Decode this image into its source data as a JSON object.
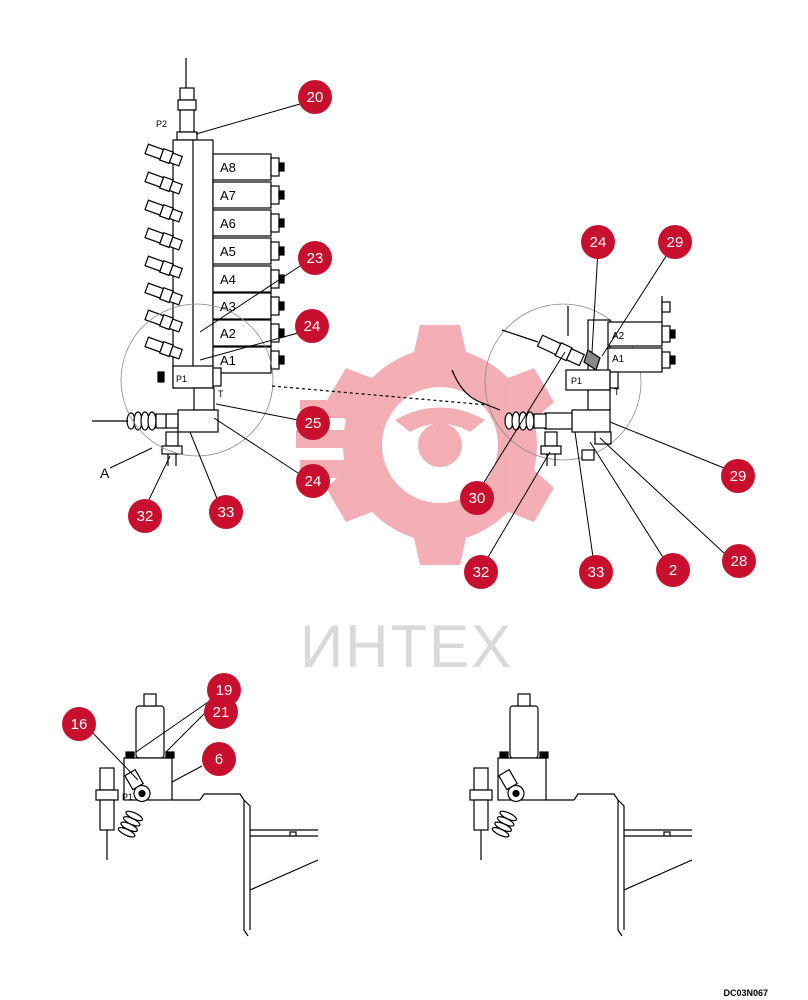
{
  "watermark": {
    "text": "ИНТЕХ",
    "color": "#f2a0a8"
  },
  "balloon_color": "#c8102e",
  "drawing_ref": "DC03N067",
  "callouts": [
    "20",
    "23",
    "24",
    "25",
    "24",
    "32",
    "33",
    "24",
    "29",
    "30",
    "29",
    "32",
    "33",
    "2",
    "28",
    "19",
    "21",
    "16",
    "6"
  ],
  "view_label": "A",
  "valve_labels": {
    "main": [
      "A8",
      "A7",
      "A6",
      "A5",
      "A4",
      "A3",
      "A2",
      "A1"
    ],
    "detail": [
      "A2",
      "A1"
    ]
  },
  "port_labels": {
    "main_p2": "P2",
    "main_p1": "P1",
    "main_t": "T",
    "detail_p1": "P1",
    "detail_t": "T",
    "bl_p1": "P1"
  }
}
